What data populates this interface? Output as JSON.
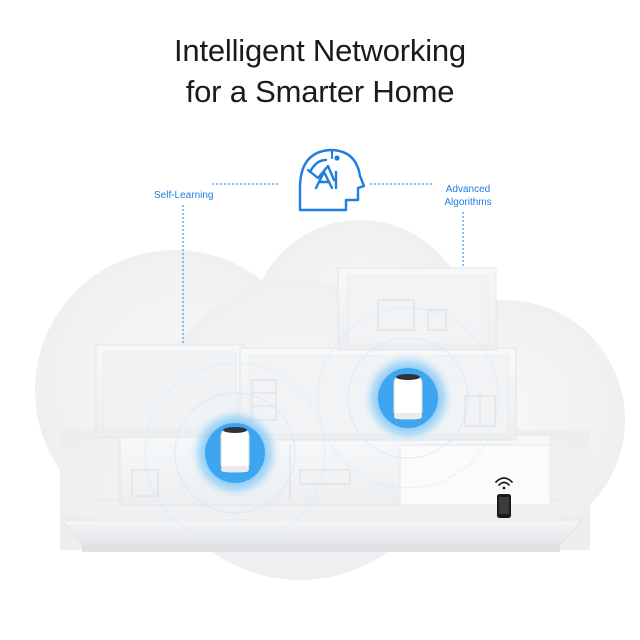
{
  "headline": {
    "line1": "Intelligent Networking",
    "line2": "for a Smarter Home"
  },
  "callouts": {
    "left": "Self-Learning",
    "right_line1": "Advanced",
    "right_line2": "Algorithms"
  },
  "icons": {
    "center": "ai-head-icon",
    "routers": "mesh-router-icon",
    "phone": "smartphone-icon",
    "wifi": "wifi-icon"
  },
  "colors": {
    "accent": "#1e7fe0",
    "glow": "#5ab8f5",
    "house": "#f3f4f6",
    "background_cloud": "#f0f1f3"
  }
}
